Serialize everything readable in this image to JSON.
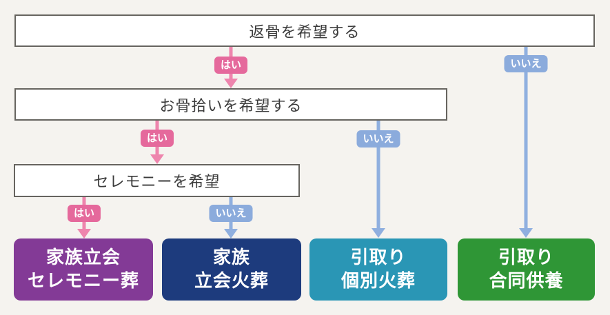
{
  "diagram": {
    "title_semantic": "pet-cremation-decision-flowchart",
    "background": "#f5f3ef"
  },
  "labels": {
    "yes": "はい",
    "no": "いいえ"
  },
  "questions": [
    {
      "id": "return-bones",
      "label": "返骨を希望する"
    },
    {
      "id": "pick-up-bones",
      "label": "お骨拾いを希望する"
    },
    {
      "id": "ceremony",
      "label": "セレモニーを希望"
    }
  ],
  "results": [
    {
      "id": "family-attended-ceremony-funeral",
      "line1": "家族立会",
      "line2": "セレモニー葬",
      "color": "#833a96"
    },
    {
      "id": "family-attended-cremation",
      "line1": "家族",
      "line2": "立会火葬",
      "color": "#1d3b7d"
    },
    {
      "id": "pickup-individual-cremation",
      "line1": "引取り",
      "line2": "個別火葬",
      "color": "#2a96b5"
    },
    {
      "id": "pickup-joint-memorial",
      "line1": "引取り",
      "line2": "合同供養",
      "color": "#2f9636"
    }
  ],
  "colors": {
    "yes_badge": "#e5699c",
    "yes_arrow": "#ee85ad",
    "no_badge": "#8babdc",
    "no_arrow": "#8fafdf",
    "question_border": "#66645f",
    "question_text": "#3b3b3b",
    "result_purple": "#833a96",
    "result_navy": "#1d3b7d",
    "result_teal": "#2a96b5",
    "result_green": "#2f9636"
  }
}
